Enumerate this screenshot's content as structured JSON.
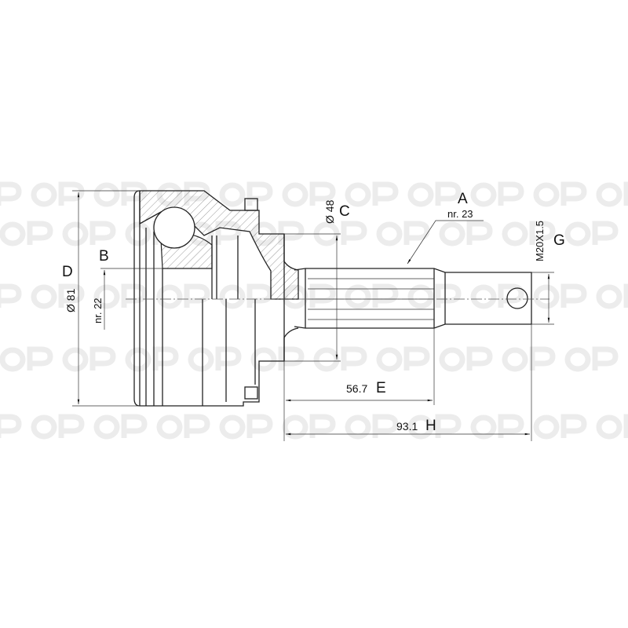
{
  "watermark": "OP",
  "dimensions": {
    "A": {
      "letter": "A",
      "value": "nr. 23"
    },
    "B": {
      "letter": "B",
      "value": "nr. 22"
    },
    "C": {
      "letter": "C",
      "value": "Ø 48"
    },
    "D": {
      "letter": "D",
      "value": "Ø 81"
    },
    "E": {
      "letter": "E",
      "value": "56.7"
    },
    "G": {
      "letter": "G",
      "value": "M20X1.5"
    },
    "H": {
      "letter": "H",
      "value": "93.1"
    }
  }
}
